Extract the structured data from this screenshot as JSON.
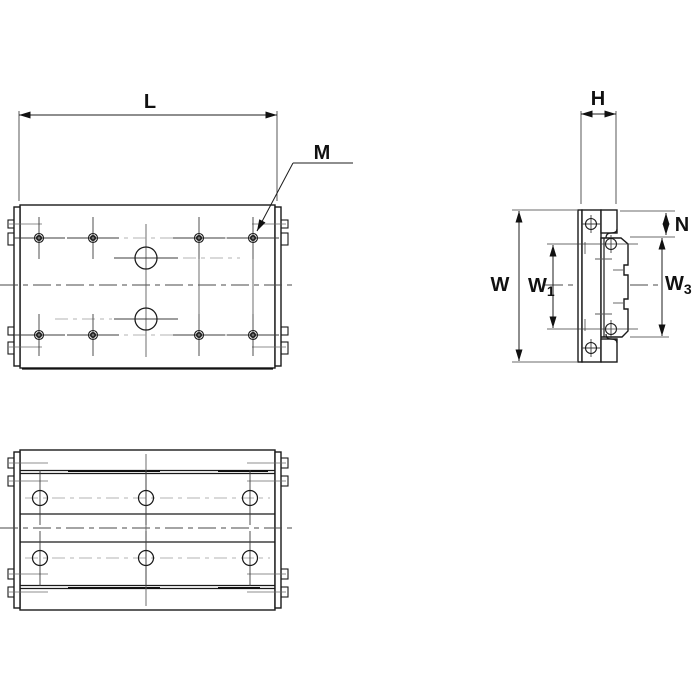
{
  "figure": {
    "kind": "engineering-drawing",
    "labels": {
      "L": "L",
      "M": "M",
      "H": "H",
      "N": "N",
      "W": "W",
      "W1_base": "W",
      "W1_sub": "1",
      "W3_base": "W",
      "W3_sub": "3"
    }
  }
}
